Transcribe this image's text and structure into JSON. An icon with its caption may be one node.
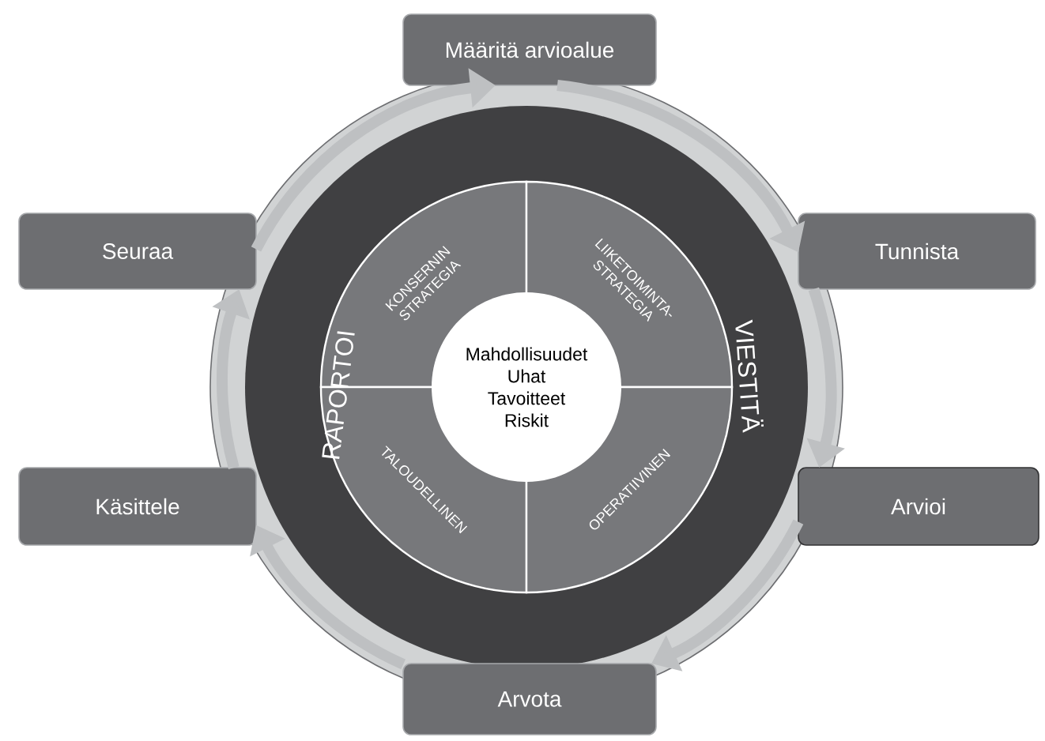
{
  "diagram": {
    "nodes": [
      {
        "text": [
          "Määritä arvioalue"
        ]
      },
      {
        "text": [
          "Seuraa"
        ]
      },
      {
        "text": [
          "Tunnista"
        ]
      },
      {
        "text": [
          "KONSERNIN STRATEGIA"
        ]
      },
      {
        "text": [
          "LIIKETOIMINTA-STRATEGIA"
        ]
      },
      {
        "text": [
          "Mahdollisuudet",
          "Uhat",
          "Tavoitteet",
          "Riskit"
        ]
      },
      {
        "text": [
          "TALOUDELLINEN"
        ]
      },
      {
        "text": [
          "OPERATIIVINEN"
        ]
      },
      {
        "text": [
          "Käsittele"
        ]
      },
      {
        "text": [
          "Arvioi"
        ]
      },
      {
        "text": [
          "Arvota"
        ]
      }
    ],
    "edges": [
      {
        "from": 0,
        "to": 2,
        "arrow": "to"
      },
      {
        "from": 2,
        "to": 9,
        "arrow": "to"
      },
      {
        "from": 9,
        "to": 10,
        "arrow": "to"
      },
      {
        "from": 10,
        "to": 8,
        "arrow": "to"
      },
      {
        "from": 8,
        "to": 1,
        "arrow": "to"
      },
      {
        "from": 1,
        "to": 0,
        "arrow": "to"
      }
    ],
    "labels": [
      "RAPORTOI",
      "VIESTITÄ"
    ]
  }
}
